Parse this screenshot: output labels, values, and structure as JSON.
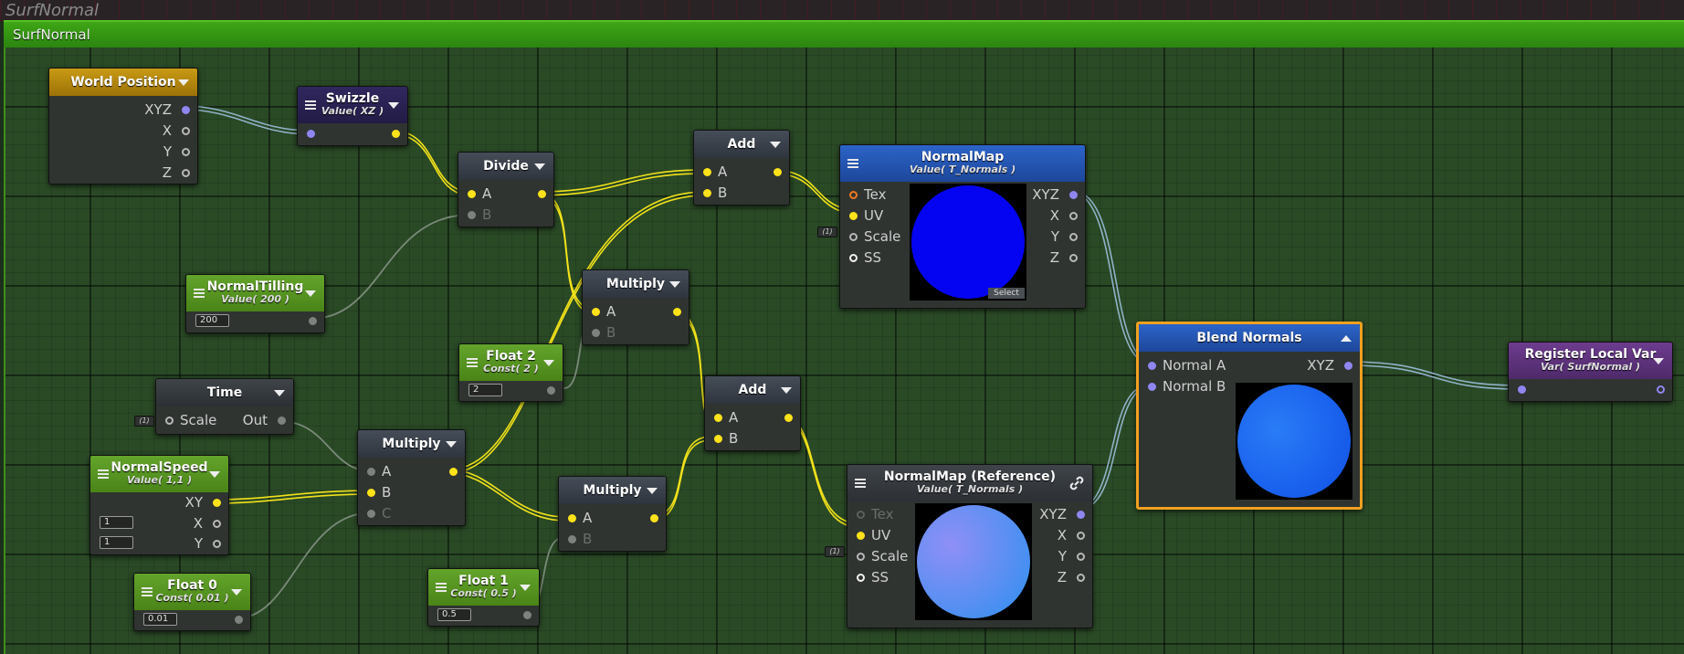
{
  "window": {
    "title": "SurfNormal"
  },
  "group": {
    "title": "SurfNormal",
    "color": "#3ea615"
  },
  "param_tag": "(1)",
  "nodes": {
    "world_position": {
      "title": "World Position",
      "ports": [
        "XYZ",
        "X",
        "Y",
        "Z"
      ]
    },
    "swizzle": {
      "title": "Swizzle",
      "subtitle": "Value( XZ )"
    },
    "divide": {
      "title": "Divide",
      "ports": [
        "A",
        "B"
      ]
    },
    "normal_tilling": {
      "title": "NormalTilling",
      "subtitle": "Value( 200 )",
      "value": "200"
    },
    "add_1": {
      "title": "Add",
      "ports": [
        "A",
        "B"
      ]
    },
    "normal_map": {
      "title": "NormalMap",
      "subtitle": "Value( T_Normals )",
      "inputs": [
        "Tex",
        "UV",
        "Scale",
        "SS"
      ],
      "outputs": [
        "XYZ",
        "X",
        "Y",
        "Z"
      ],
      "select_label": "Select"
    },
    "multiply_1": {
      "title": "Multiply",
      "ports": [
        "A",
        "B"
      ]
    },
    "float2": {
      "title": "Float 2",
      "subtitle": "Const( 2 )",
      "value": "2"
    },
    "time": {
      "title": "Time",
      "inputs": [
        "Scale"
      ],
      "outputs": [
        "Out"
      ]
    },
    "normal_speed": {
      "title": "NormalSpeed",
      "subtitle": "Value( 1,1 )",
      "ports": [
        "XY",
        "X",
        "Y"
      ],
      "x_value": "1",
      "y_value": "1"
    },
    "multiply_2": {
      "title": "Multiply",
      "ports": [
        "A",
        "B",
        "C"
      ]
    },
    "add_2": {
      "title": "Add",
      "ports": [
        "A",
        "B"
      ]
    },
    "multiply_3": {
      "title": "Multiply",
      "ports": [
        "A",
        "B"
      ]
    },
    "float0": {
      "title": "Float 0",
      "subtitle": "Const( 0.01 )",
      "value": "0.01"
    },
    "float1": {
      "title": "Float 1",
      "subtitle": "Const( 0.5 )",
      "value": "0.5"
    },
    "normal_map_ref": {
      "title": "NormalMap (Reference)",
      "subtitle": "Value( T_Normals )",
      "inputs": [
        "Tex",
        "UV",
        "Scale",
        "SS"
      ],
      "outputs": [
        "XYZ",
        "X",
        "Y",
        "Z"
      ]
    },
    "blend_normals": {
      "title": "Blend Normals",
      "inputs": [
        "Normal A",
        "Normal B"
      ],
      "outputs": [
        "XYZ"
      ]
    },
    "register_local_var": {
      "title": "Register Local Var",
      "subtitle": "Var( SurfNormal )"
    }
  },
  "colors": {
    "wire_float": "#f2e21a",
    "wire_vector": "#8fb2c8",
    "wire_passive": "#7a8a7a",
    "selection": "#f0a020"
  }
}
